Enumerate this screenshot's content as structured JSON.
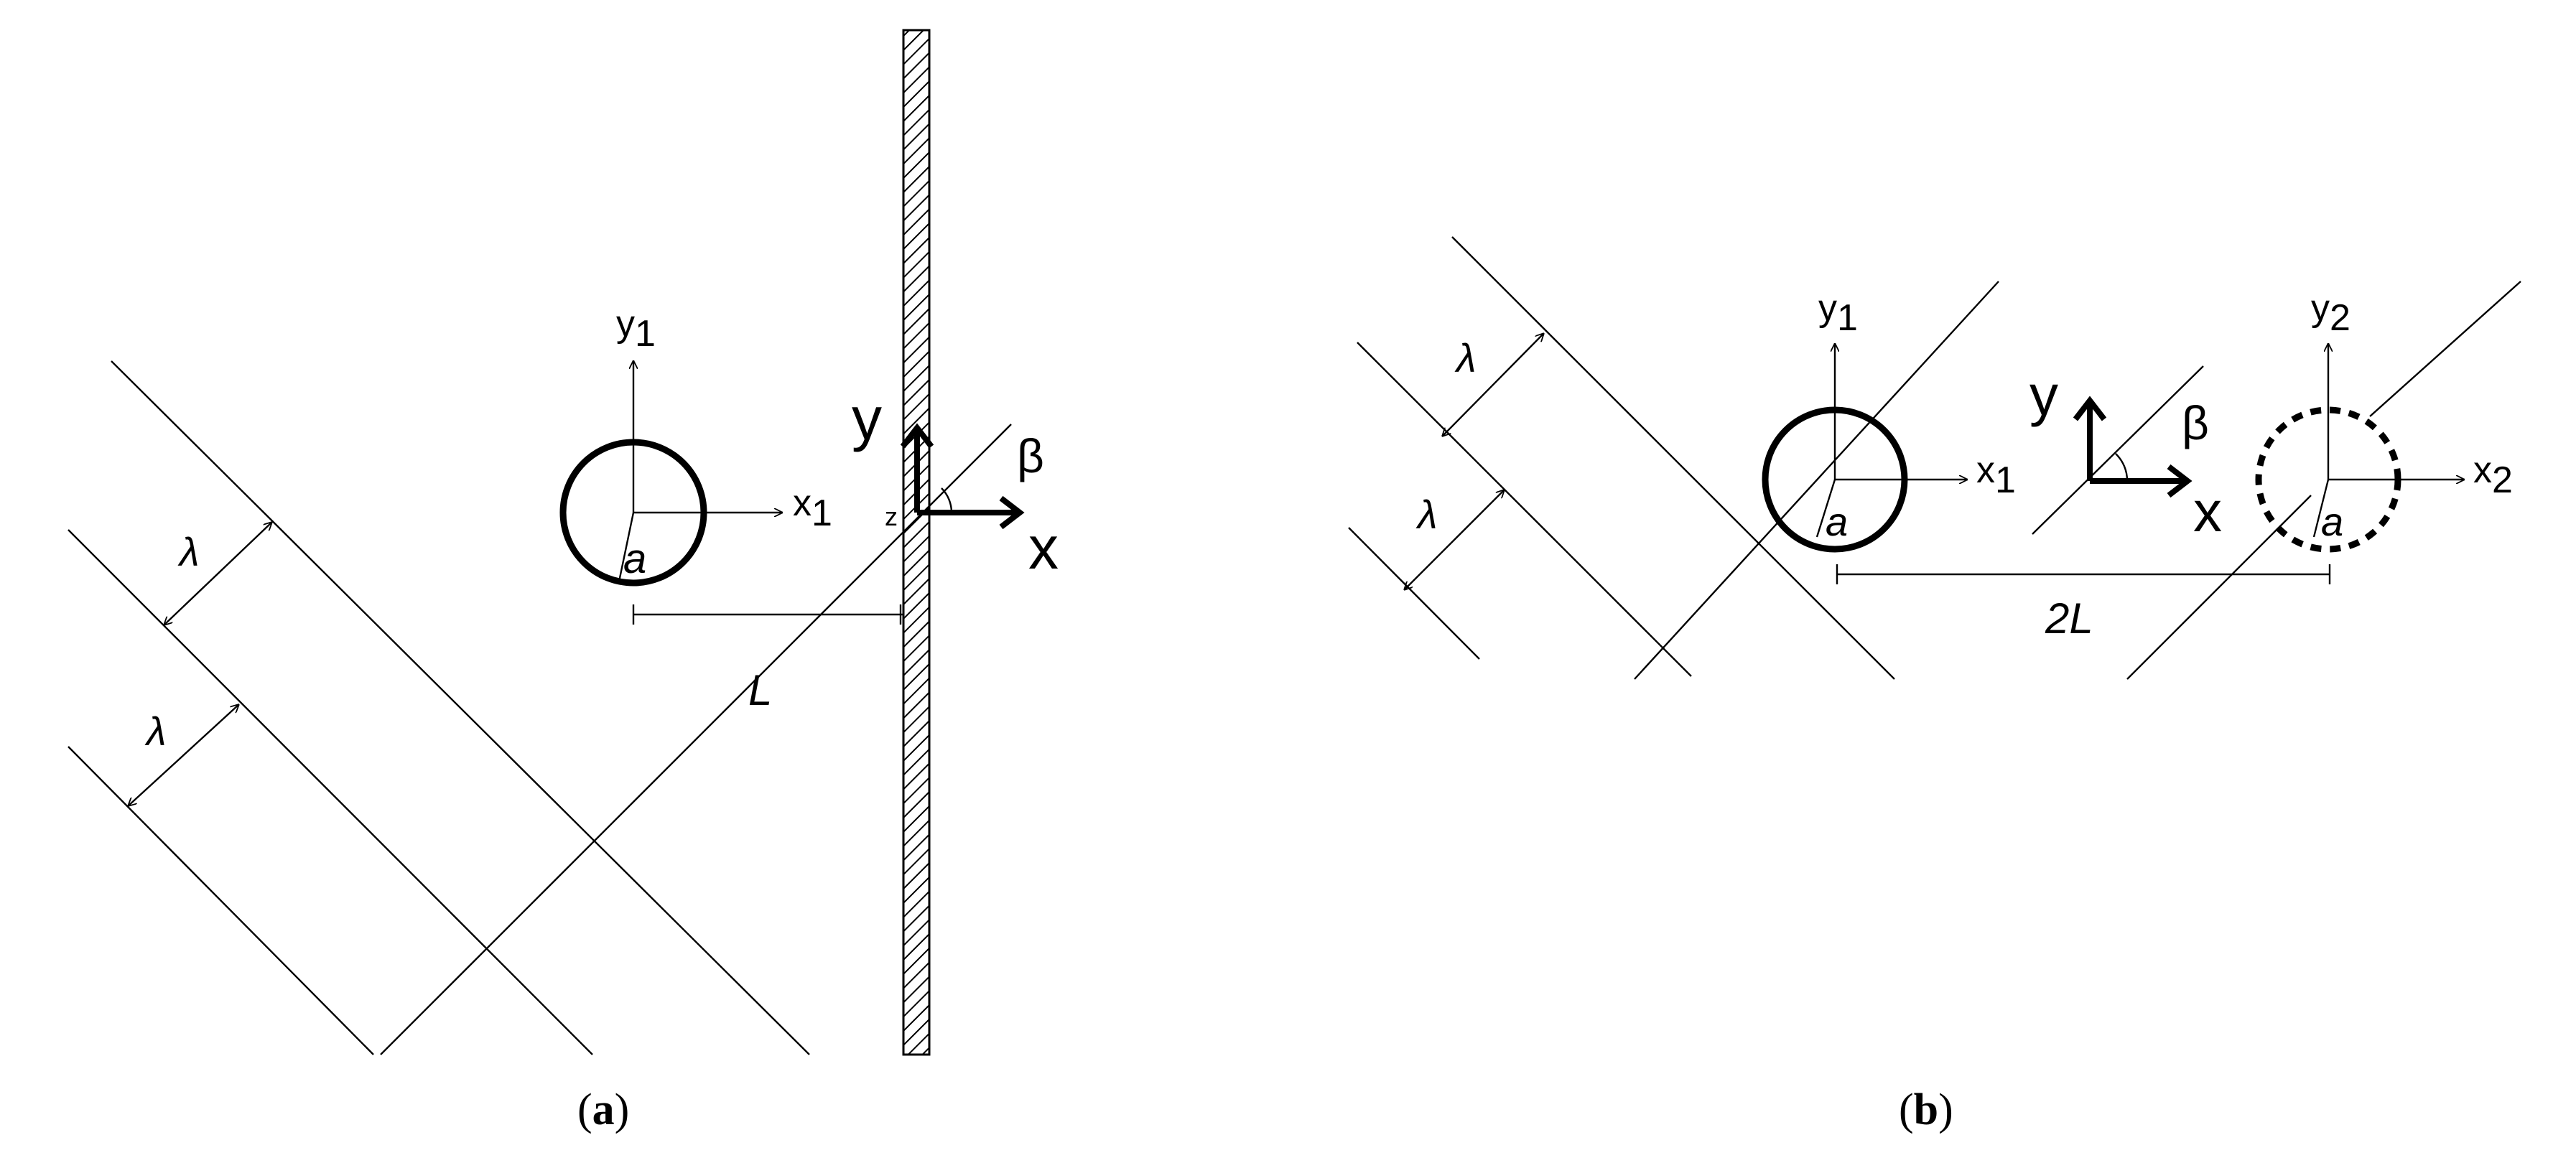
{
  "panel_a": {
    "caption_open": "(",
    "caption_letter": "a",
    "caption_close": ")",
    "body_axis_x": "x",
    "body_axis_y": "y",
    "body_axis_x_subscript": "1",
    "body_axis_y_subscript": "1",
    "global_axis_x": "x",
    "global_axis_y": "y",
    "global_axis_z": "z",
    "angle_label": "β",
    "radius_label": "a",
    "wavelength_label_1": "λ",
    "wavelength_label_2": "λ",
    "distance_label": "L"
  },
  "panel_b": {
    "caption_open": "(",
    "caption_letter": "b",
    "caption_close": ")",
    "body1_axis_x": "x",
    "body1_axis_y": "y",
    "body1_subscript": "1",
    "body2_axis_x": "x",
    "body2_axis_y": "y",
    "body2_subscript": "2",
    "global_axis_x": "x",
    "global_axis_y": "y",
    "angle_label": "β",
    "radius_label_1": "a",
    "radius_label_2": "a",
    "wavelength_label_1": "λ",
    "wavelength_label_2": "λ",
    "distance_label": "2L"
  }
}
